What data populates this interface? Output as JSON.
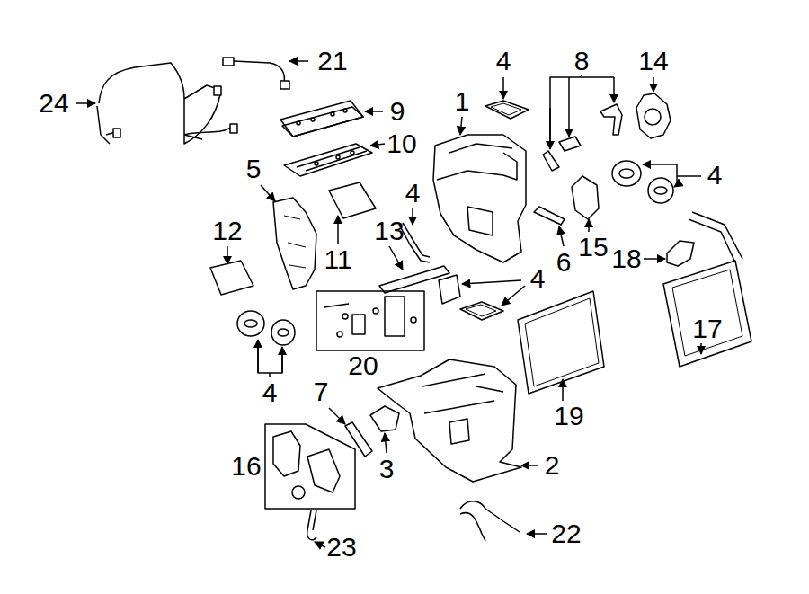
{
  "diagram": {
    "labels": [
      "21",
      "4",
      "8",
      "14",
      "24",
      "1",
      "9",
      "10",
      "5",
      "4",
      "4",
      "12",
      "13",
      "11",
      "15",
      "6",
      "18",
      "4",
      "20",
      "17",
      "4",
      "7",
      "19",
      "16",
      "3",
      "2",
      "22",
      "23"
    ]
  }
}
